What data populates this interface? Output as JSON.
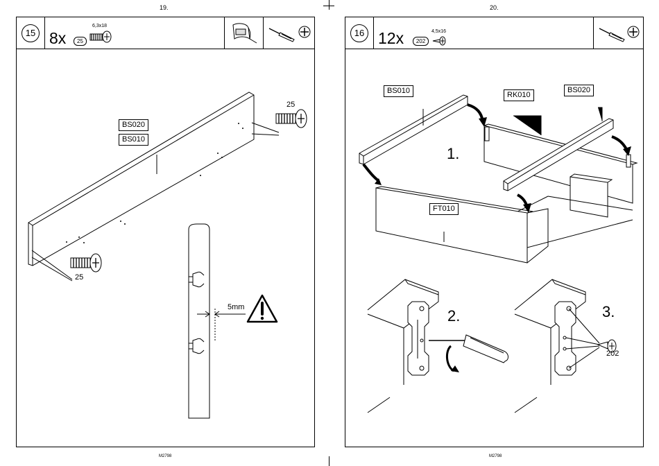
{
  "left_page": {
    "page_number": "19.",
    "footer_code": "M2798",
    "step": {
      "number": "15",
      "quantity": "8x",
      "part_ref": "25",
      "screw_size": "6,3x18"
    },
    "labels": {
      "board_top": "BS020",
      "board_bottom": "BS010",
      "screw_top": "25",
      "screw_bottom": "25",
      "gap": "5mm"
    },
    "icons": [
      "dowel-tape-icon",
      "screwdriver-icon",
      "phillips-head-icon",
      "warning-icon"
    ]
  },
  "right_page": {
    "page_number": "20.",
    "footer_code": "M2798",
    "step": {
      "number": "16",
      "quantity": "12x",
      "part_ref": "202",
      "screw_size": "4,5x16"
    },
    "labels": {
      "left_side": "BS010",
      "back": "RK010",
      "right_side": "BS020",
      "front": "FT010",
      "screw": "202"
    },
    "sub_steps": [
      "1.",
      "2.",
      "3."
    ],
    "icons": [
      "screwdriver-icon",
      "phillips-head-icon",
      "rotate-icon"
    ]
  }
}
